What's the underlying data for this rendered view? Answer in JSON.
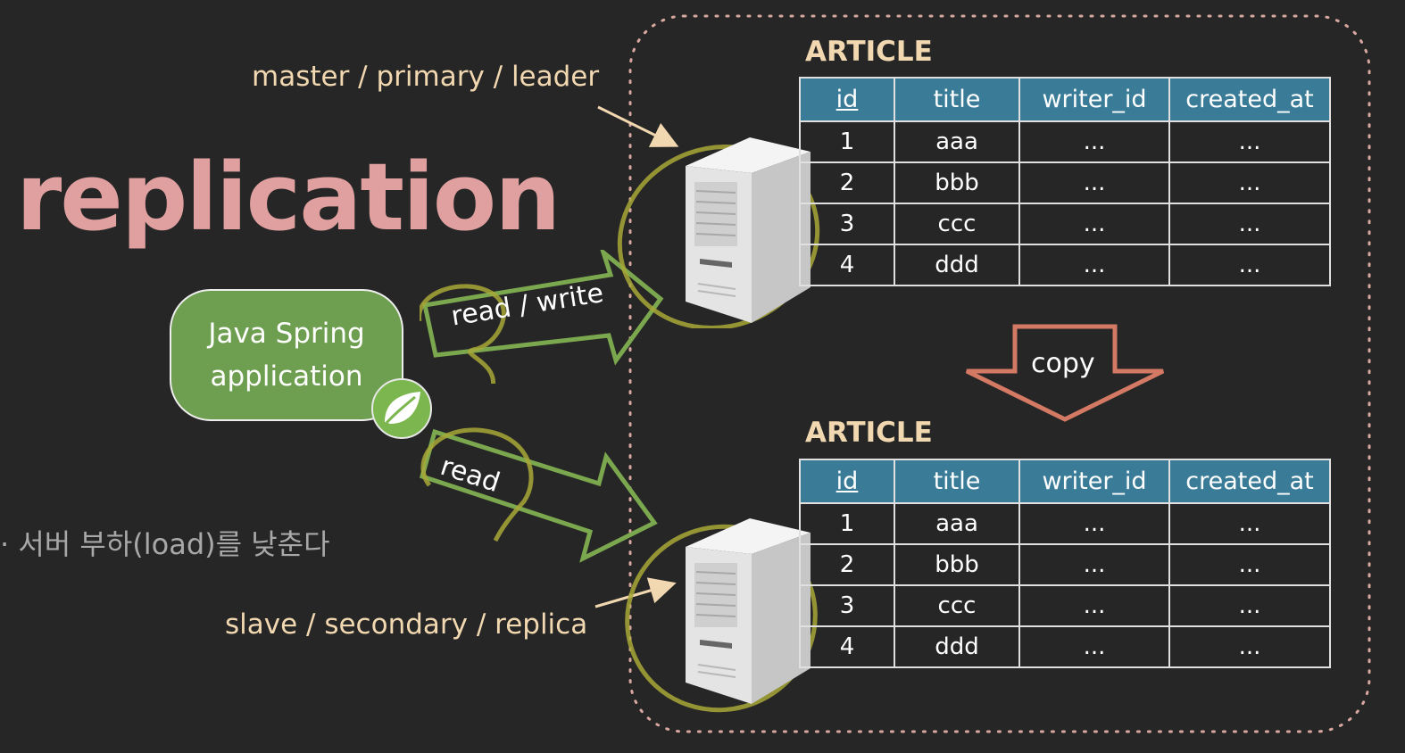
{
  "title": "replication",
  "master_label": "master / primary / leader",
  "slave_label": "slave / secondary / replica",
  "korean_note": "· 서버 부하(load)를 낮춘다",
  "app": {
    "line1": "Java Spring",
    "line2": "application"
  },
  "arrows": {
    "read_write": "read / write",
    "read": "read",
    "copy": "copy"
  },
  "tables": [
    {
      "name": "ARTICLE",
      "columns": [
        "id",
        "title",
        "writer_id",
        "created_at"
      ],
      "rows": [
        [
          "1",
          "aaa",
          "...",
          "..."
        ],
        [
          "2",
          "bbb",
          "...",
          "..."
        ],
        [
          "3",
          "ccc",
          "...",
          "..."
        ],
        [
          "4",
          "ddd",
          "...",
          "..."
        ]
      ]
    },
    {
      "name": "ARTICLE",
      "columns": [
        "id",
        "title",
        "writer_id",
        "created_at"
      ],
      "rows": [
        [
          "1",
          "aaa",
          "...",
          "..."
        ],
        [
          "2",
          "bbb",
          "...",
          "..."
        ],
        [
          "3",
          "ccc",
          "...",
          "..."
        ],
        [
          "4",
          "ddd",
          "...",
          "..."
        ]
      ]
    }
  ],
  "colors": {
    "background": "#262626",
    "title": "#e0a0a0",
    "caption": "#f2d8b0",
    "app_box": "#6e9f50",
    "table_header": "#3a7c98",
    "arrow_green": "#7ba84e",
    "copy_arrow": "#d47a64",
    "highlight": "#a8a838"
  },
  "icons": [
    "server-icon",
    "spring-leaf-icon",
    "arrow-right-icon",
    "arrow-down-icon"
  ]
}
